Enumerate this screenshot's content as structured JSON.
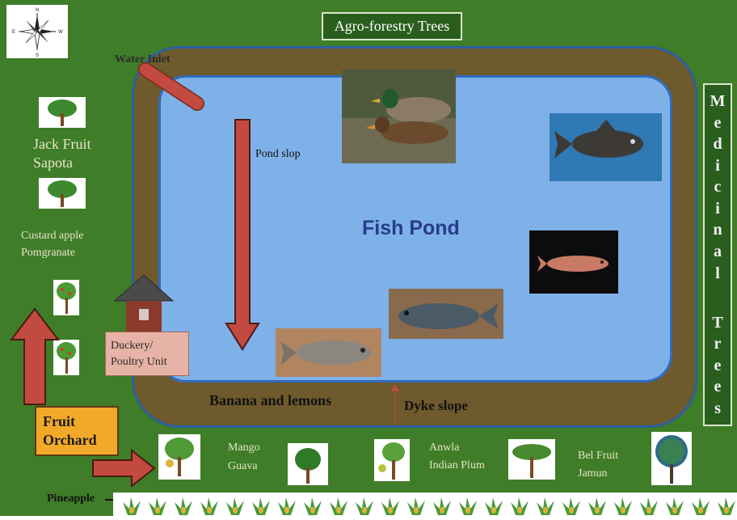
{
  "top_label": "Agro-forestry Trees",
  "compass": {
    "n": "N",
    "s": "S",
    "e": "E",
    "w": "W"
  },
  "water_inlet": "Water Inlet",
  "pond_slope": "Pond slop",
  "pond_label": "Fish Pond",
  "left_labels": {
    "line1": "Jack Fruit",
    "line2": "Sapota",
    "line3": "Custard apple",
    "line4": "Pomgranate"
  },
  "medicinal": [
    "M",
    "e",
    "d",
    "i",
    "c",
    "i",
    "n",
    "a",
    "l",
    "T",
    "r",
    "e",
    "e",
    "s"
  ],
  "duckery": {
    "line1": "Duckery/",
    "line2": "Poultry Unit"
  },
  "dyke_labels": {
    "banana": "Banana and lemons",
    "dyke_slope": "Dyke slope"
  },
  "orchard": {
    "line1": "Fruit",
    "line2": "Orchard"
  },
  "bottom_labels": {
    "mango": "Mango",
    "guava": "Guava",
    "anwla": "Anwla",
    "plum": "Indian Plum",
    "bel": "Bel Fruit",
    "jamun": "Jamun"
  },
  "pineapple": "Pineapple",
  "colors": {
    "field": "#3f7d28",
    "pond": "#7eb1e8",
    "dyke": "#6e5a2c",
    "arrow": "#c24a40",
    "title": "#2a5e1f",
    "pond_text": "#283c8c"
  }
}
